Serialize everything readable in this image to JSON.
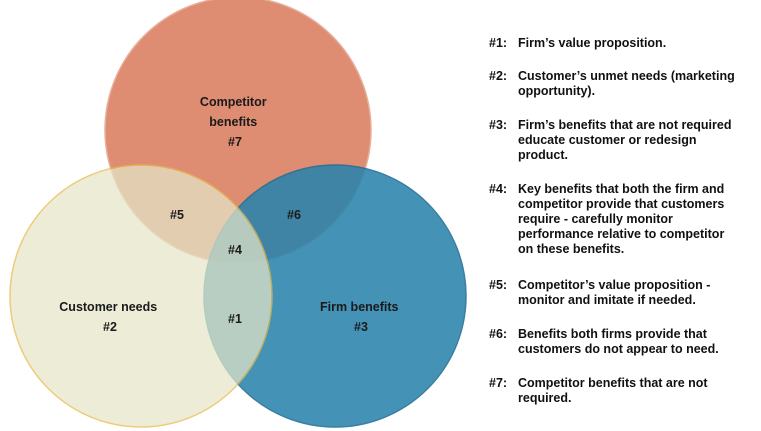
{
  "diagram": {
    "circles": [
      {
        "id": "competitor",
        "label_lines": [
          "Competitor",
          "benefits"
        ],
        "number": "#7",
        "fill": "#D9795A",
        "stroke": "#E3A288"
      },
      {
        "id": "customer",
        "label_lines": [
          "Customer needs"
        ],
        "number": "#2",
        "fill": "#E6E6C8",
        "stroke": "#E8B84A"
      },
      {
        "id": "firm",
        "label_lines": [
          "Firm benefits"
        ],
        "number": "#3",
        "fill": "#2B84AD",
        "stroke": "#1F6E96"
      }
    ],
    "intersections": {
      "customer_competitor": "#5",
      "competitor_firm": "#6",
      "all_three": "#4",
      "customer_firm": "#1"
    }
  },
  "legend": [
    {
      "key": "#1:",
      "text": "Firm’s value proposition."
    },
    {
      "key": "#2:",
      "text": "Customer’s unmet needs (marketing\nopportunity)."
    },
    {
      "key": "#3:",
      "text": "Firm’s benefits that are not required\neducate customer or redesign\nproduct."
    },
    {
      "key": "#4:",
      "text": "Key benefits that both the firm and\ncompetitor provide that customers\nrequire - carefully monitor\nperformance relative to competitor\non these benefits."
    },
    {
      "key": "#5:",
      "text": "Competitor’s value proposition -\nmonitor and imitate if needed."
    },
    {
      "key": "#6:",
      "text": "Benefits both firms provide that\ncustomers do not appear to need."
    },
    {
      "key": "#7:",
      "text": "Competitor benefits that are not\nrequired."
    }
  ]
}
